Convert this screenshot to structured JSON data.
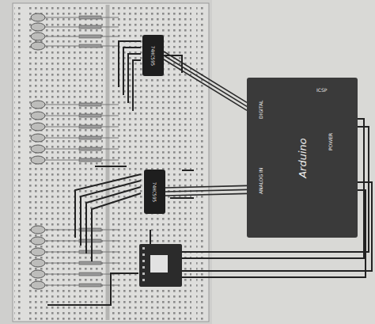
{
  "diagram": {
    "nodes": [
      {
        "text": [
          "Arduino"
        ]
      },
      {
        "text": [
          "74HC595"
        ]
      },
      {
        "text": [
          "74HC595"
        ]
      }
    ],
    "edges": [
      {
        "from": 0,
        "to": 1,
        "arrow": "none"
      },
      {
        "from": 0,
        "to": 2,
        "arrow": "none"
      }
    ],
    "labels": [
      "DIGITAL",
      "ANALOG IN",
      "POWER",
      "ICSP"
    ]
  }
}
